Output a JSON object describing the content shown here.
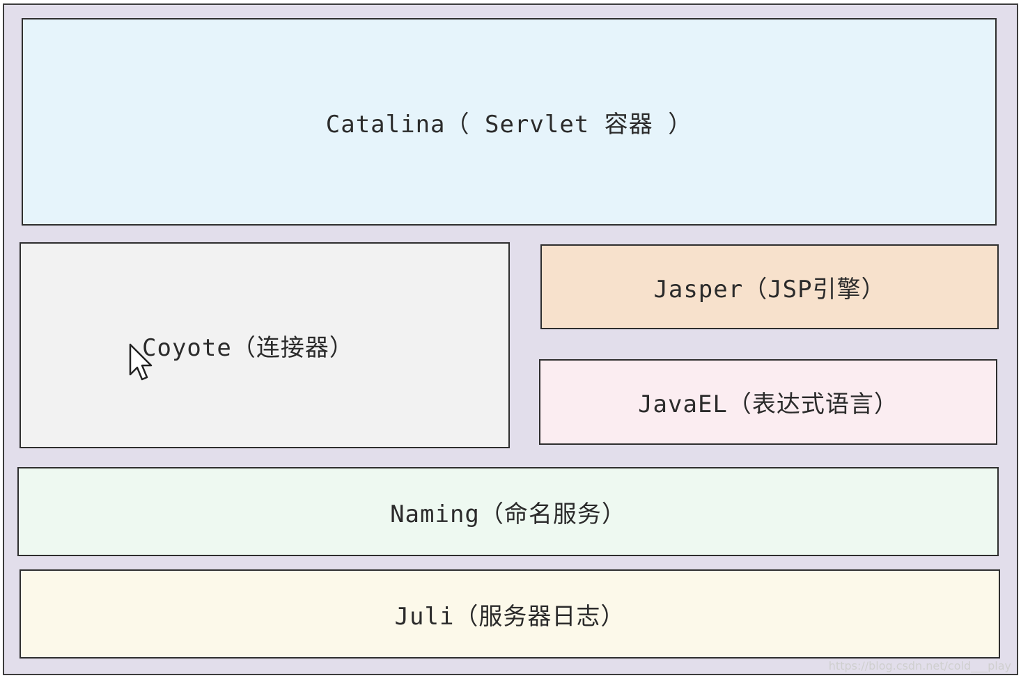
{
  "diagram": {
    "layers": {
      "catalina": "Catalina（ Servlet 容器 ）",
      "coyote": "Coyote（连接器）",
      "jasper": "Jasper（JSP引擎）",
      "javael": "JavaEL（表达式语言）",
      "naming": "Naming（命名服务）",
      "juli": "Juli（服务器日志）"
    },
    "colors": {
      "frame": "#e2deeb",
      "catalina": "#e6f4fb",
      "coyote": "#f2f2f2",
      "jasper": "#f7e1cc",
      "javael": "#fbedf1",
      "naming": "#eef9f1",
      "juli": "#fcf9ea"
    },
    "cursor_icon": "mouse-pointer-icon"
  },
  "watermark": "https://blog.csdn.net/cold___play"
}
